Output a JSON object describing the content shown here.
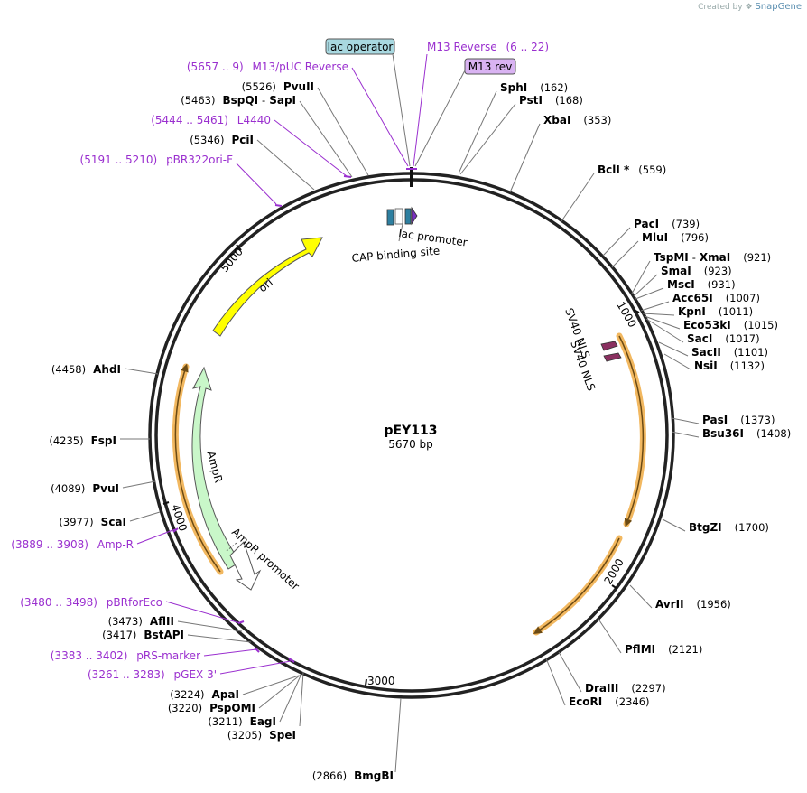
{
  "credit": {
    "prefix": "Created by",
    "brand": "SnapGene"
  },
  "plasmid": {
    "name": "pEY113",
    "length_label": "5670 bp",
    "length": 5670
  },
  "ticks": [
    "1000",
    "2000",
    "3000",
    "4000",
    "5000"
  ],
  "sites": [
    {
      "pos": "(162)",
      "name": "SphI",
      "bp": 162
    },
    {
      "pos": "(168)",
      "name": "PstI",
      "bp": 168
    },
    {
      "pos": "(353)",
      "name": "XbaI",
      "bp": 353
    },
    {
      "pos": "(559)",
      "name": "BclI *",
      "bp": 559
    },
    {
      "pos": "(739)",
      "name": "PacI",
      "bp": 739
    },
    {
      "pos": "(796)",
      "name": "MluI",
      "bp": 796
    },
    {
      "pos": "(921)",
      "name": "TspMI",
      "name2": "XmaI",
      "bp": 921
    },
    {
      "pos": "(923)",
      "name": "SmaI",
      "bp": 923
    },
    {
      "pos": "(931)",
      "name": "MscI",
      "bp": 931
    },
    {
      "pos": "(1007)",
      "name": "Acc65I",
      "bp": 1007
    },
    {
      "pos": "(1011)",
      "name": "KpnI",
      "bp": 1011
    },
    {
      "pos": "(1015)",
      "name": "Eco53kI",
      "bp": 1015
    },
    {
      "pos": "(1017)",
      "name": "SacI",
      "bp": 1017
    },
    {
      "pos": "(1101)",
      "name": "SacII",
      "bp": 1101
    },
    {
      "pos": "(1132)",
      "name": "NsiI",
      "bp": 1132
    },
    {
      "pos": "(1373)",
      "name": "PasI",
      "bp": 1373
    },
    {
      "pos": "(1408)",
      "name": "Bsu36I",
      "bp": 1408
    },
    {
      "pos": "(1700)",
      "name": "BtgZI",
      "bp": 1700
    },
    {
      "pos": "(1956)",
      "name": "AvrII",
      "bp": 1956
    },
    {
      "pos": "(2121)",
      "name": "PflMI",
      "bp": 2121
    },
    {
      "pos": "(2297)",
      "name": "DraIII",
      "bp": 2297
    },
    {
      "pos": "(2346)",
      "name": "EcoRI",
      "bp": 2346
    },
    {
      "pos": "(2866)",
      "name": "BmgBI",
      "bp": 2866
    },
    {
      "pos": "(3205)",
      "name": "SpeI",
      "bp": 3205
    },
    {
      "pos": "(3211)",
      "name": "EagI",
      "bp": 3211
    },
    {
      "pos": "(3220)",
      "name": "PspOMI",
      "bp": 3220
    },
    {
      "pos": "(3224)",
      "name": "ApaI",
      "bp": 3224
    },
    {
      "pos": "(3417)",
      "name": "BstAPI",
      "bp": 3417
    },
    {
      "pos": "(3473)",
      "name": "AflII",
      "bp": 3473
    },
    {
      "pos": "(3977)",
      "name": "ScaI",
      "bp": 3977
    },
    {
      "pos": "(4089)",
      "name": "PvuI",
      "bp": 4089
    },
    {
      "pos": "(4235)",
      "name": "FspI",
      "bp": 4235
    },
    {
      "pos": "(4458)",
      "name": "AhdI",
      "bp": 4458
    },
    {
      "pos": "(5346)",
      "name": "PciI",
      "bp": 5346
    },
    {
      "pos": "(5463)",
      "name": "BspQI",
      "name2": "SapI",
      "bp": 5463
    },
    {
      "pos": "(5526)",
      "name": "PvuII",
      "bp": 5526
    }
  ],
  "primers": [
    {
      "name": "M13 Reverse",
      "range": "(6 .. 22)"
    },
    {
      "name": "M13/pUC Reverse",
      "range": "(5657 .. 9)"
    },
    {
      "name": "L4440",
      "range": "(5444 .. 5461)"
    },
    {
      "name": "pBR322ori-F",
      "range": "(5191 .. 5210)"
    },
    {
      "name": "Amp-R",
      "range": "(3889 .. 3908)"
    },
    {
      "name": "pBRforEco",
      "range": "(3480 .. 3498)"
    },
    {
      "name": "pRS-marker",
      "range": "(3383 .. 3402)"
    },
    {
      "name": "pGEX 3'",
      "range": "(3261 .. 3283)"
    }
  ],
  "boxed_labels": [
    {
      "text": "lac operator",
      "fill": "#a8d8e0"
    },
    {
      "text": "M13 rev",
      "fill": "#d9b3f2"
    }
  ],
  "features": [
    {
      "name": "ori",
      "color": "#ffff00"
    },
    {
      "name": "AmpR",
      "color": "#c9f7c9"
    },
    {
      "name": "AmpR promoter",
      "color": "#ffffff"
    },
    {
      "name": "lac promoter",
      "color": "#ffffff"
    },
    {
      "name": "CAP binding site",
      "color": "#2d7fa0"
    },
    {
      "name": "SV40 NLS",
      "color": "#8a3060"
    },
    {
      "name": "SV40 NLS",
      "color": "#8a3060"
    }
  ],
  "colors": {
    "backbone": "#222222",
    "primer": "#9a2fcf",
    "orf_arc": "#f2b860",
    "orf_edge": "#6b4a14"
  }
}
